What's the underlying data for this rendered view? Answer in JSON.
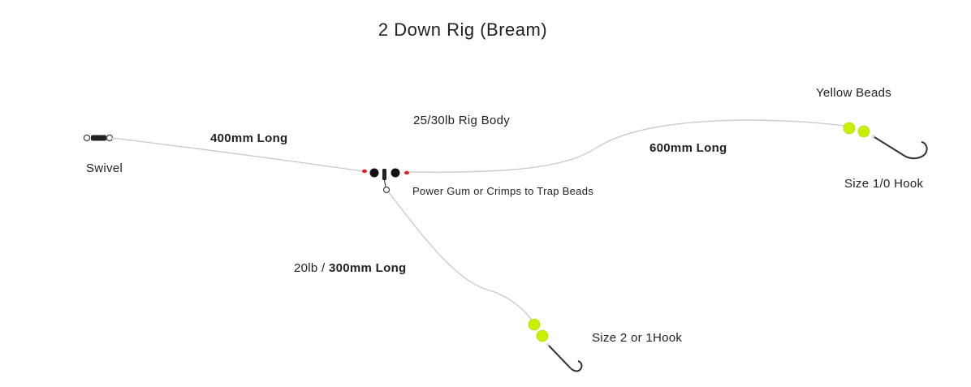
{
  "title": "2 Down Rig (Bream)",
  "labels": {
    "swivel": "Swivel",
    "top_length": "400mm Long",
    "rig_body": "25/30lb Rig Body",
    "main_length": "600mm Long",
    "yellow_beads": "Yellow Beads",
    "top_hook": "Size 1/0 Hook",
    "trap_beads": "Power Gum or Crimps to Trap Beads",
    "dropper_line_weight": "20lb / ",
    "dropper_length": "300mm Long",
    "dropper_hook": "Size 2 or 1Hook"
  },
  "colors": {
    "line": "#c8c8c8",
    "bead_yellow": "#c8f000",
    "bead_black": "#111111",
    "bead_red": "#e02020",
    "hook": "#333333"
  },
  "icons": [
    "swivel-icon",
    "crane-swivel-icon",
    "hook-icon"
  ]
}
